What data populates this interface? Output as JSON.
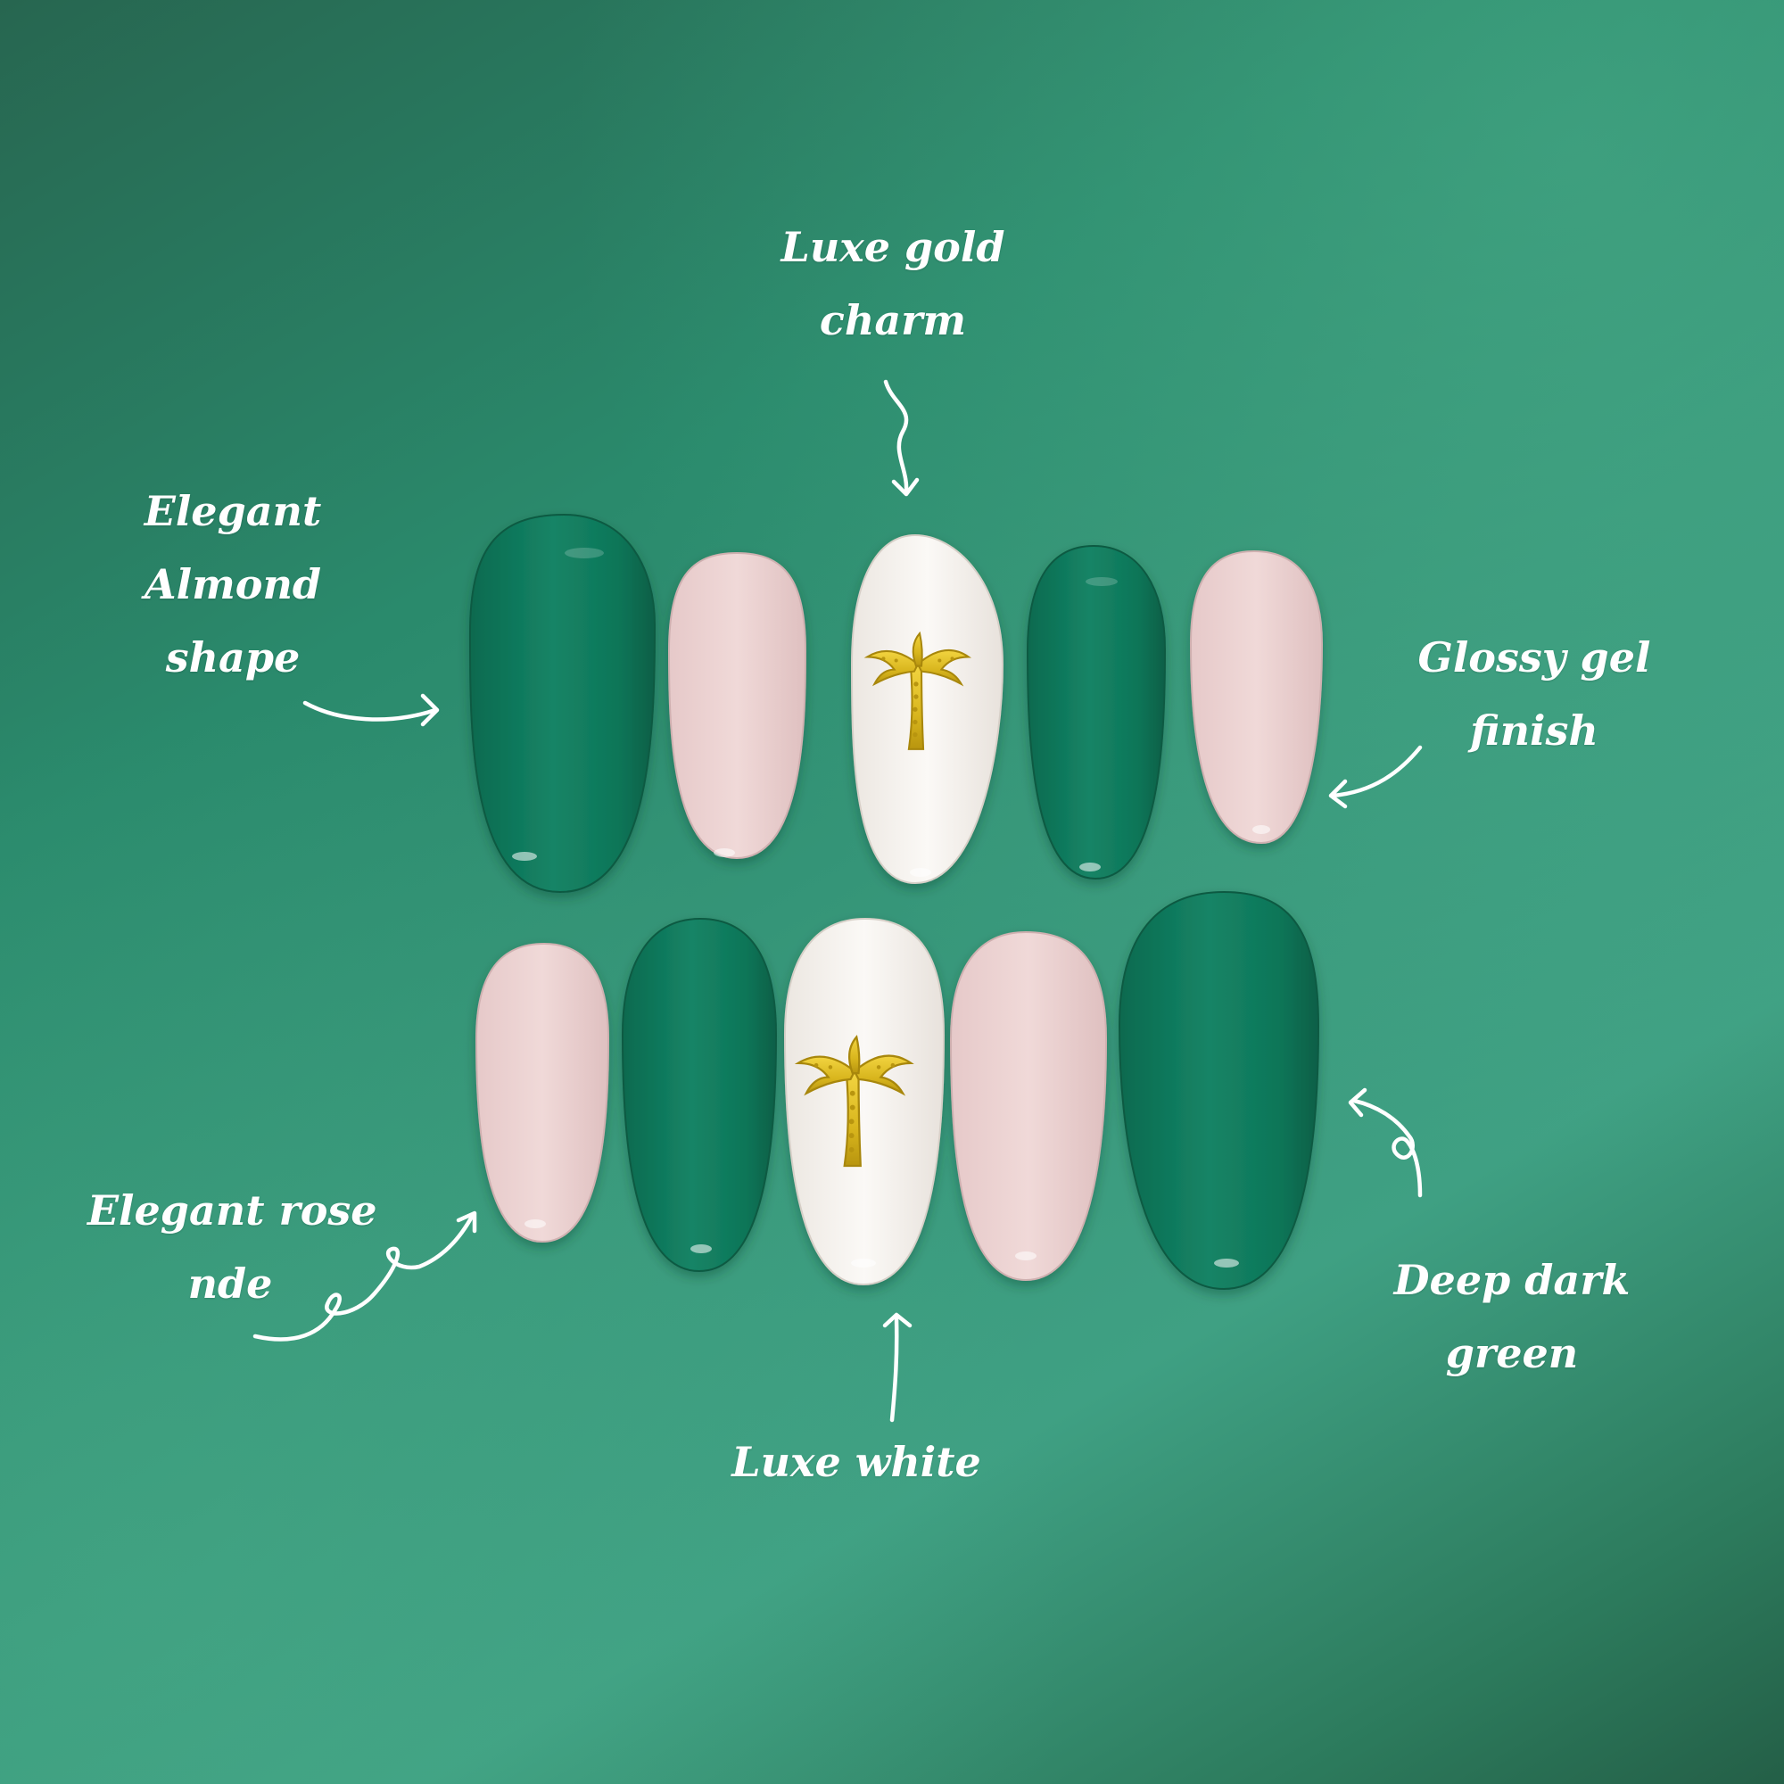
{
  "colors": {
    "deep_green": "#127a5c",
    "rose_nude": "#ecd3d3",
    "luxe_white": "#f7f4f0",
    "gold": "#d7b51c",
    "annotation": "#ffffff"
  },
  "nails": {
    "top_row": [
      "deep-green",
      "rose-nude",
      "white-gold-palm-charm",
      "deep-green",
      "rose-nude"
    ],
    "bottom_row": [
      "rose-nude",
      "deep-green",
      "white-gold-palm-charm",
      "rose-nude",
      "deep-green"
    ]
  },
  "annotations": {
    "gold_charm": {
      "line1": "Luxe gold",
      "line2": "charm"
    },
    "almond_shape": {
      "line1": "Elegant",
      "line2": "Almond",
      "line3": "shape"
    },
    "glossy_gel": {
      "line1": "Glossy gel",
      "line2": "finish"
    },
    "rose_nude": {
      "line1": "Elegant rose",
      "line2": "nde"
    },
    "deep_green": {
      "line1": "Deep dark",
      "line2": "green"
    },
    "luxe_white": {
      "line1": "Luxe white"
    }
  }
}
